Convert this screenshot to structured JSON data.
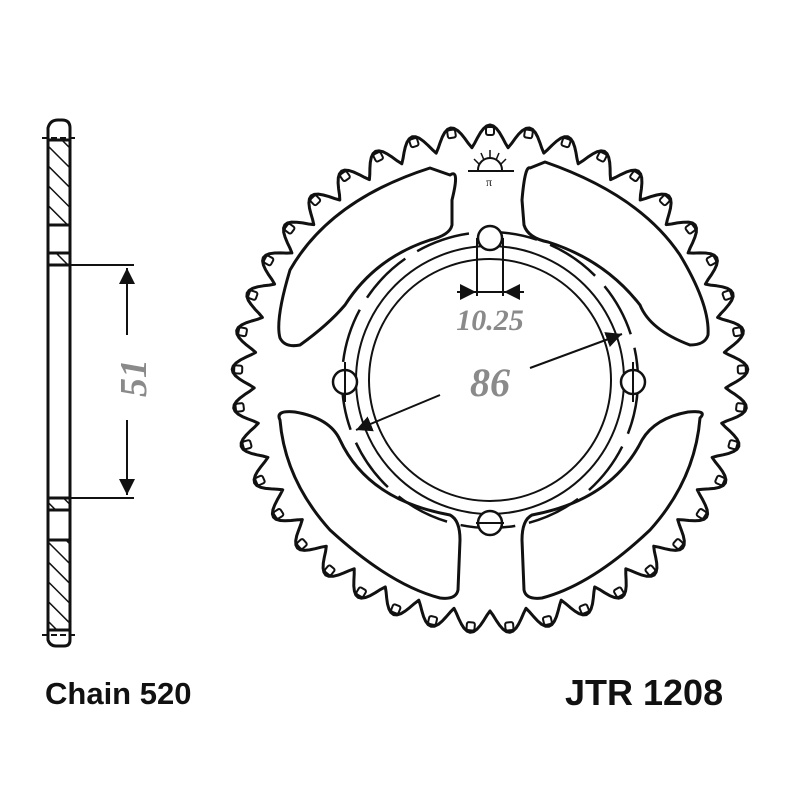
{
  "drawing": {
    "title": "Rear sprocket technical drawing",
    "part_number": "JTR 1208",
    "chain_label": "Chain 520",
    "dimensions": {
      "bolt_hole_diameter": "10.25",
      "bolt_circle_diameter": "86",
      "offset_height": "51"
    },
    "teeth_count_estimated": 41,
    "bolt_holes": 4,
    "lightening_windows": 4,
    "logo": "sun-logo-with-JT-mark",
    "colors": {
      "line": "#111111",
      "dimension_text": "#8a8a8a",
      "background": "#ffffff"
    }
  }
}
